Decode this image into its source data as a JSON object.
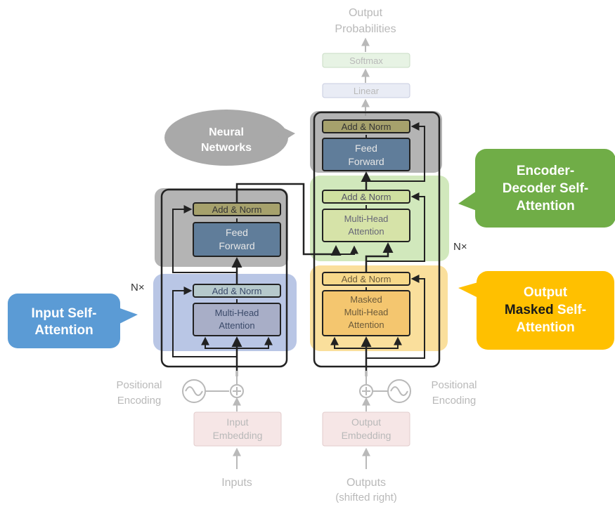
{
  "top": {
    "output_line1": "Output",
    "output_line2": "Probabilities",
    "softmax": "Softmax",
    "linear": "Linear"
  },
  "encoder": {
    "add_norm_ff": "Add & Norm",
    "ff_line1": "Feed",
    "ff_line2": "Forward",
    "add_norm_attn": "Add & Norm",
    "mha_line1": "Multi-Head",
    "mha_line2": "Attention",
    "nx": "N×",
    "pos_line1": "Positional",
    "pos_line2": "Encoding",
    "embed_line1": "Input",
    "embed_line2": "Embedding",
    "inputs": "Inputs"
  },
  "decoder": {
    "add_norm_ff": "Add & Norm",
    "ff_line1": "Feed",
    "ff_line2": "Forward",
    "add_norm_ed": "Add & Norm",
    "mha_line1": "Multi-Head",
    "mha_line2": "Attention",
    "add_norm_masked": "Add & Norm",
    "masked_line1": "Masked",
    "masked_line2": "Multi-Head",
    "masked_line3": "Attention",
    "nx": "N×",
    "pos_line1": "Positional",
    "pos_line2": "Encoding",
    "embed_line1": "Output",
    "embed_line2": "Embedding",
    "outputs_line1": "Outputs",
    "outputs_line2": "(shifted right)"
  },
  "callouts": {
    "neural_line1": "Neural",
    "neural_line2": "Networks",
    "input_line1": "Input Self-",
    "input_line2": "Attention",
    "ed_line1": "Encoder-",
    "ed_line2": "Decoder Self-",
    "ed_line3": "Attention",
    "out_line1": "Output",
    "out_line2a": "Masked",
    "out_line2b": " Self-",
    "out_line3": "Attention"
  },
  "colors": {
    "neural": "#a9a9a9",
    "input_attention": "#5b9bd5",
    "encoder_decoder": "#70ad47",
    "output_masked": "#ffc000",
    "add_norm": "#d9d3a3",
    "feed_forward": "#b4c7e7"
  }
}
